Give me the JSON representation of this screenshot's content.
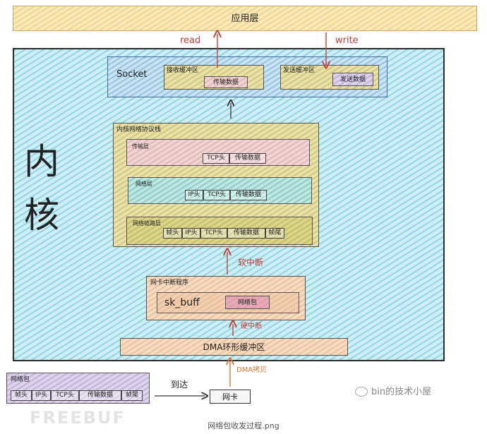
{
  "app_layer": "应用层",
  "kernel": {
    "char1": "内",
    "char2": "核"
  },
  "socket": {
    "title": "Socket",
    "recv_buffer": "接收缓冲区",
    "recv_data": "传输数据",
    "send_buffer": "发送缓冲区",
    "send_data": "发送数据"
  },
  "arrows": {
    "read": "read",
    "write": "write",
    "soft_irq": "软中断",
    "hard_irq": "硬中断",
    "dma_copy": "DMA拷贝",
    "arrive": "到达"
  },
  "stack": {
    "title": "内核网络协议栈",
    "transport": {
      "label": "传输层",
      "cells": [
        "TCP头",
        "传输数据"
      ]
    },
    "network": {
      "label": "网络层",
      "cells": [
        "IP头",
        "TCP头",
        "传输数据"
      ]
    },
    "link": {
      "label": "网络链路层",
      "cells": [
        "帧头",
        "IP头",
        "TCP头",
        "传输数据",
        "帧尾"
      ]
    }
  },
  "nic_irq": {
    "title": "网卡中断程序",
    "sk_buff": "sk_buff",
    "packet": "网络包"
  },
  "dma_buffer": "DMA环形缓冲区",
  "packet_box": {
    "title": "网络包",
    "cells": [
      "帧头",
      "IP头",
      "TCP头",
      "传输数据",
      "帧尾"
    ]
  },
  "nic": "网卡",
  "watermark": "bin的技术小屋",
  "logo_text": "FREEBUF",
  "caption": "网络包收发过程.png",
  "colors": {
    "red": "#c0413c",
    "orange": "#d9763a",
    "cyan": "#cdeef4"
  }
}
